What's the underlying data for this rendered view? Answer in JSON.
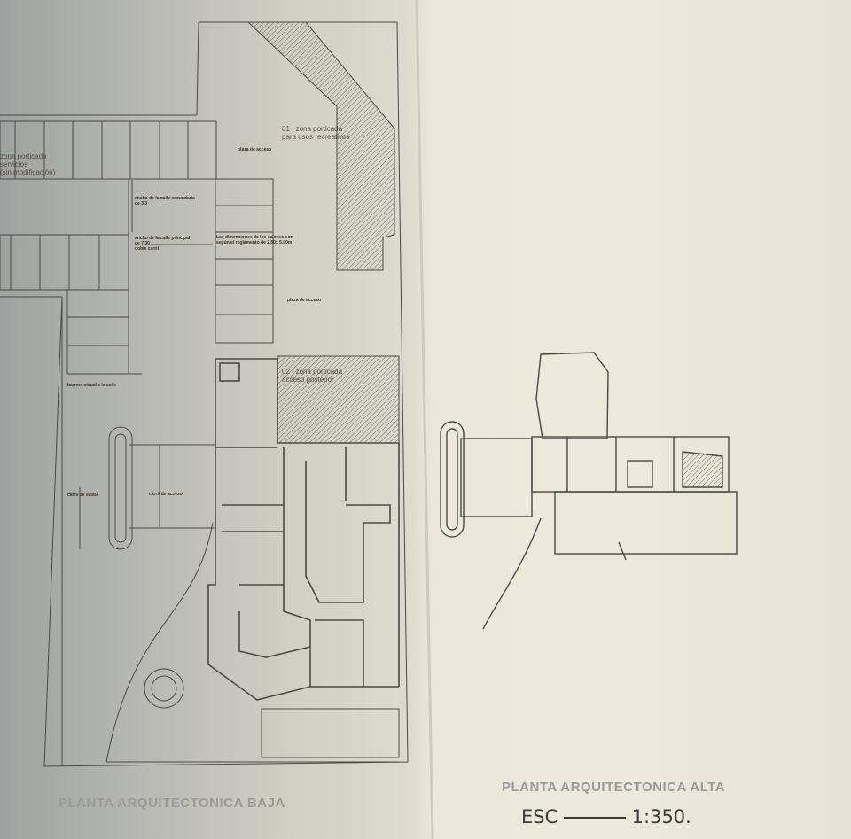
{
  "sheet": {
    "ground_floor_title": "PLANTA ARQUITECTONICA BAJA",
    "upper_floor_title": "PLANTA ARQUITECTONICA ALTA",
    "scale_label": "ESC",
    "scale_value": "1:350."
  },
  "labels": {
    "zone_01_number": "01",
    "zone_01_text": "zona porticada",
    "zone_01_text2": "para usos recreativos",
    "zone_02_number": "02",
    "zone_02_text": "zona porticada",
    "zone_02_text2": "acceso posterior",
    "service_zone_1": "zona porticada",
    "service_zone_2": "servicios",
    "service_zone_3": "(sin modificación)",
    "access_plaza_top": "plaza de acceso",
    "access_plaza_mid": "plaza de acceso",
    "secondary_street_1": "ancho de la calle secundaria",
    "secondary_street_2": "de 3.3",
    "main_street_1": "ancho de la calle principal",
    "main_street_2": "de 7.30",
    "main_street_3": "doble carril",
    "parking_note_1": "Las dimensiones de los cajones son",
    "parking_note_2": "según el reglamento de 2.50x 5.00m",
    "visual_barrier": "barrera visual a la calle",
    "exit_lane": "carril de salida",
    "access_lane": "carril de acceso"
  },
  "colors": {
    "ink": "#4a4a46",
    "hatch": "#6d6a62",
    "title_gray": "#9a9a9a"
  }
}
